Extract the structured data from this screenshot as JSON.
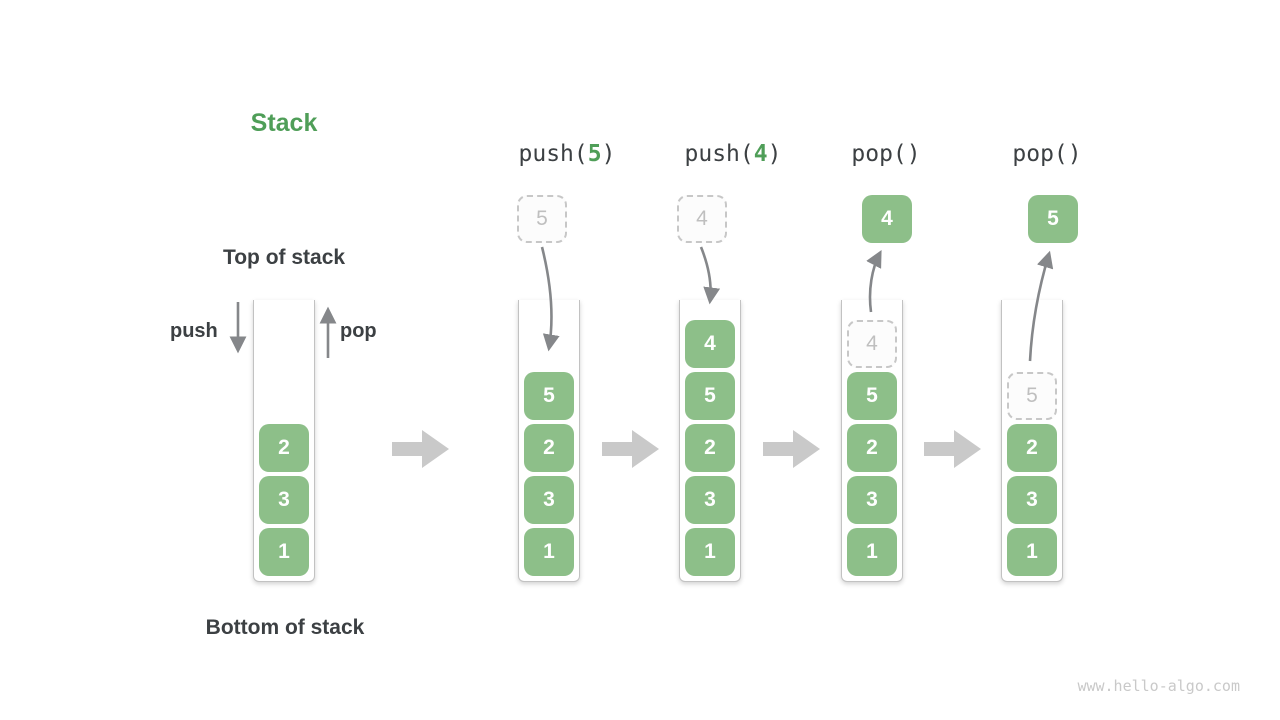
{
  "diagram": {
    "title": "Stack",
    "top_label": "Top of stack",
    "bottom_label": "Bottom of stack",
    "push_label": "push",
    "pop_label": "pop",
    "watermark": "www.hello-algo.com",
    "colors": {
      "element_green": "#8dbf89",
      "accent_green": "#4f9e58",
      "dark_text": "#3c4043",
      "arrow_gray": "#85878a",
      "block_arrow_gray": "#c9c9c9",
      "ghost_border": "#c7c7c7",
      "ghost_text": "#bfbfbf",
      "container_border": "#c2c2c2",
      "element_text": "#ffffff"
    },
    "columns": [
      {
        "id": "initial",
        "op_label": null,
        "floating": null,
        "stack": [
          {
            "value": "2"
          },
          {
            "value": "3"
          },
          {
            "value": "1"
          }
        ]
      },
      {
        "id": "push-5",
        "op_label": {
          "pre": "push(",
          "arg": "5",
          "post": ")"
        },
        "floating": {
          "value": "5",
          "variant": "ghost"
        },
        "stack": [
          {
            "value": "5"
          },
          {
            "value": "2"
          },
          {
            "value": "3"
          },
          {
            "value": "1"
          }
        ]
      },
      {
        "id": "push-4",
        "op_label": {
          "pre": "push(",
          "arg": "4",
          "post": ")"
        },
        "floating": {
          "value": "4",
          "variant": "ghost"
        },
        "stack": [
          {
            "value": "4"
          },
          {
            "value": "5"
          },
          {
            "value": "2"
          },
          {
            "value": "3"
          },
          {
            "value": "1"
          }
        ]
      },
      {
        "id": "pop-first",
        "op_label": {
          "pre": "pop(",
          "arg": "",
          "post": ")"
        },
        "floating": {
          "value": "4",
          "variant": "solid"
        },
        "stack": [
          {
            "value": "4",
            "variant": "ghost"
          },
          {
            "value": "5"
          },
          {
            "value": "2"
          },
          {
            "value": "3"
          },
          {
            "value": "1"
          }
        ]
      },
      {
        "id": "pop-second",
        "op_label": {
          "pre": "pop(",
          "arg": "",
          "post": ")"
        },
        "floating": {
          "value": "5",
          "variant": "solid"
        },
        "stack": [
          {
            "value": "5",
            "variant": "ghost"
          },
          {
            "value": "2"
          },
          {
            "value": "3"
          },
          {
            "value": "1"
          }
        ]
      }
    ]
  }
}
